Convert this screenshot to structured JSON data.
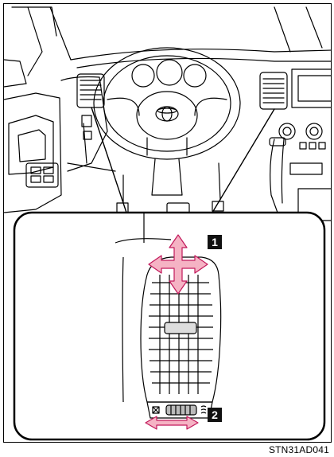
{
  "callouts": {
    "first": "1",
    "second": "2"
  },
  "figure_id": "STN31AD041",
  "colors": {
    "arrow_fill": "#f5b3c4",
    "arrow_stroke": "#c2185b",
    "line": "#000000",
    "badge": "#111111"
  },
  "icons": {
    "airflow_closed": "closed-vent-icon",
    "airflow_open": "open-vent-icon",
    "steering_logo": "toyota-emblem-icon"
  }
}
